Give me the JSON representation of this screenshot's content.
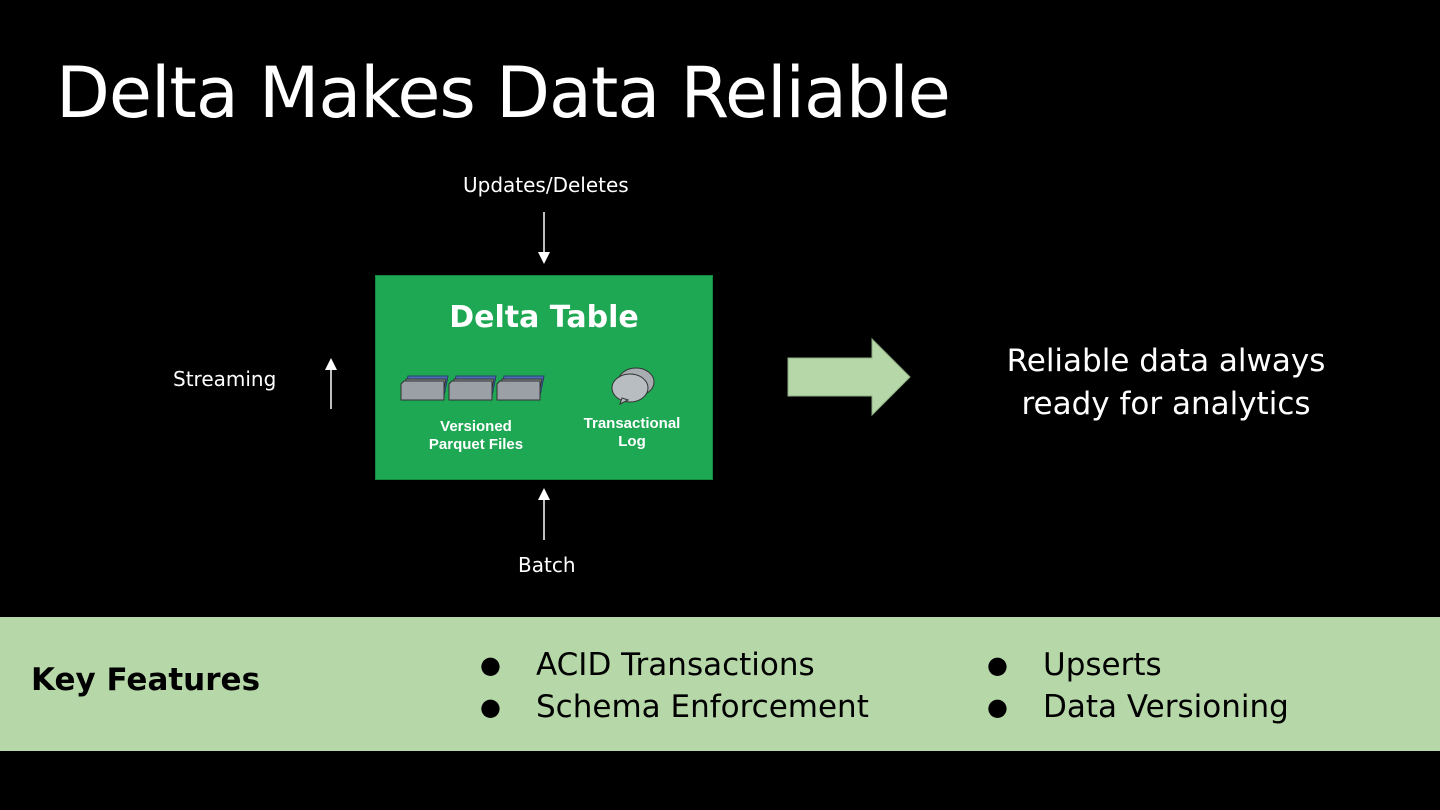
{
  "slide": {
    "title": "Delta Makes Data Reliable"
  },
  "diagram": {
    "inputs": {
      "top": "Updates/Deletes",
      "left": "Streaming",
      "bottom": "Batch"
    },
    "delta_table": {
      "title": "Delta Table",
      "files_label_line1": "Versioned",
      "files_label_line2": "Parquet Files",
      "log_label_line1": "Transactional",
      "log_label_line2": "Log"
    },
    "output": {
      "line1": "Reliable data always",
      "line2": "ready for analytics"
    },
    "colors": {
      "table_green": "#1ea854",
      "arrow_green": "#b6d7a8",
      "band_green": "#b6d7a8",
      "background": "#000000"
    }
  },
  "features": {
    "heading": "Key Features",
    "bullet": "●",
    "column1": [
      "ACID Transactions",
      "Schema Enforcement"
    ],
    "column2": [
      "Upserts",
      "Data Versioning"
    ]
  }
}
